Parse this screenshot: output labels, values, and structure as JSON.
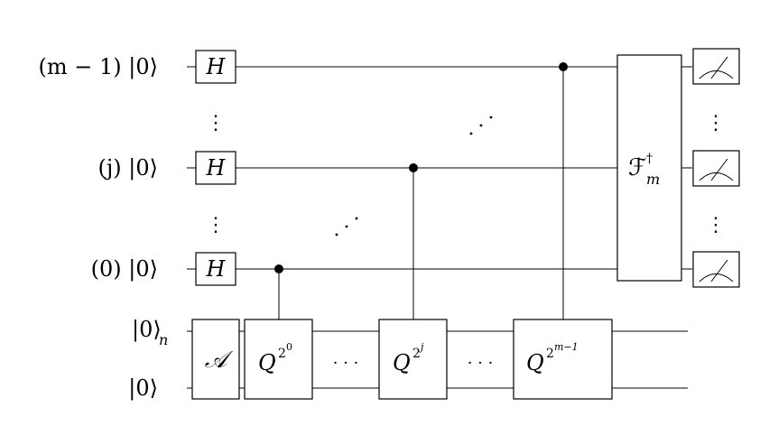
{
  "qubit_labels": {
    "top": "(m − 1) |0⟩",
    "mid": "(j) |0⟩",
    "bottom": "(0) |0⟩",
    "reg_n_ket": "|0⟩",
    "reg_n_sub": "n",
    "ancilla": "|0⟩"
  },
  "gates": {
    "hadamard": "H",
    "state_prep": "𝒜",
    "q_base": "Q",
    "q_exp_0": "2",
    "q_exp_0_sup": "0",
    "q_exp_j": "2",
    "q_exp_j_sup": "j",
    "q_exp_m": "2",
    "q_exp_m_sup": "m−1",
    "inverse_qft": "ℱ",
    "inverse_qft_sup": "†",
    "inverse_qft_sub": "m"
  },
  "ellipsis": {
    "horizontal": "· · ·",
    "vertical": "⋮"
  },
  "icons": {
    "measure": "meter-icon",
    "control": "control-dot-icon"
  }
}
